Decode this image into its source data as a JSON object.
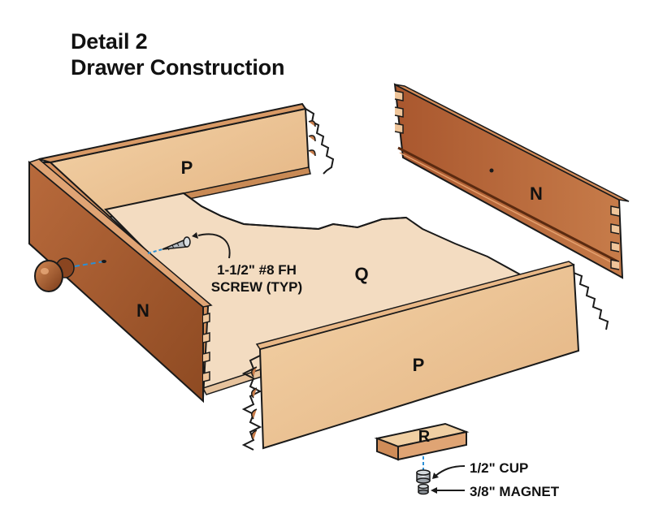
{
  "title": {
    "line1": "Detail 2",
    "line2": "Drawer Construction"
  },
  "parts": {
    "back": "P",
    "right_side": "N",
    "left_side": "N",
    "bottom": "Q",
    "front": "P",
    "catch_block": "R"
  },
  "callouts": {
    "screw_line1": "1-1/2\" #8 FH",
    "screw_line2": "SCREW (TYP)",
    "cup": "1/2\" CUP",
    "magnet": "3/8\" MAGNET"
  },
  "colors": {
    "end_grain": "#b4653a",
    "face_light": "#eec79b",
    "bottom_panel": "#f3dcc1",
    "guide_line": "#2a8fd6",
    "outline": "#1a1a1a"
  }
}
